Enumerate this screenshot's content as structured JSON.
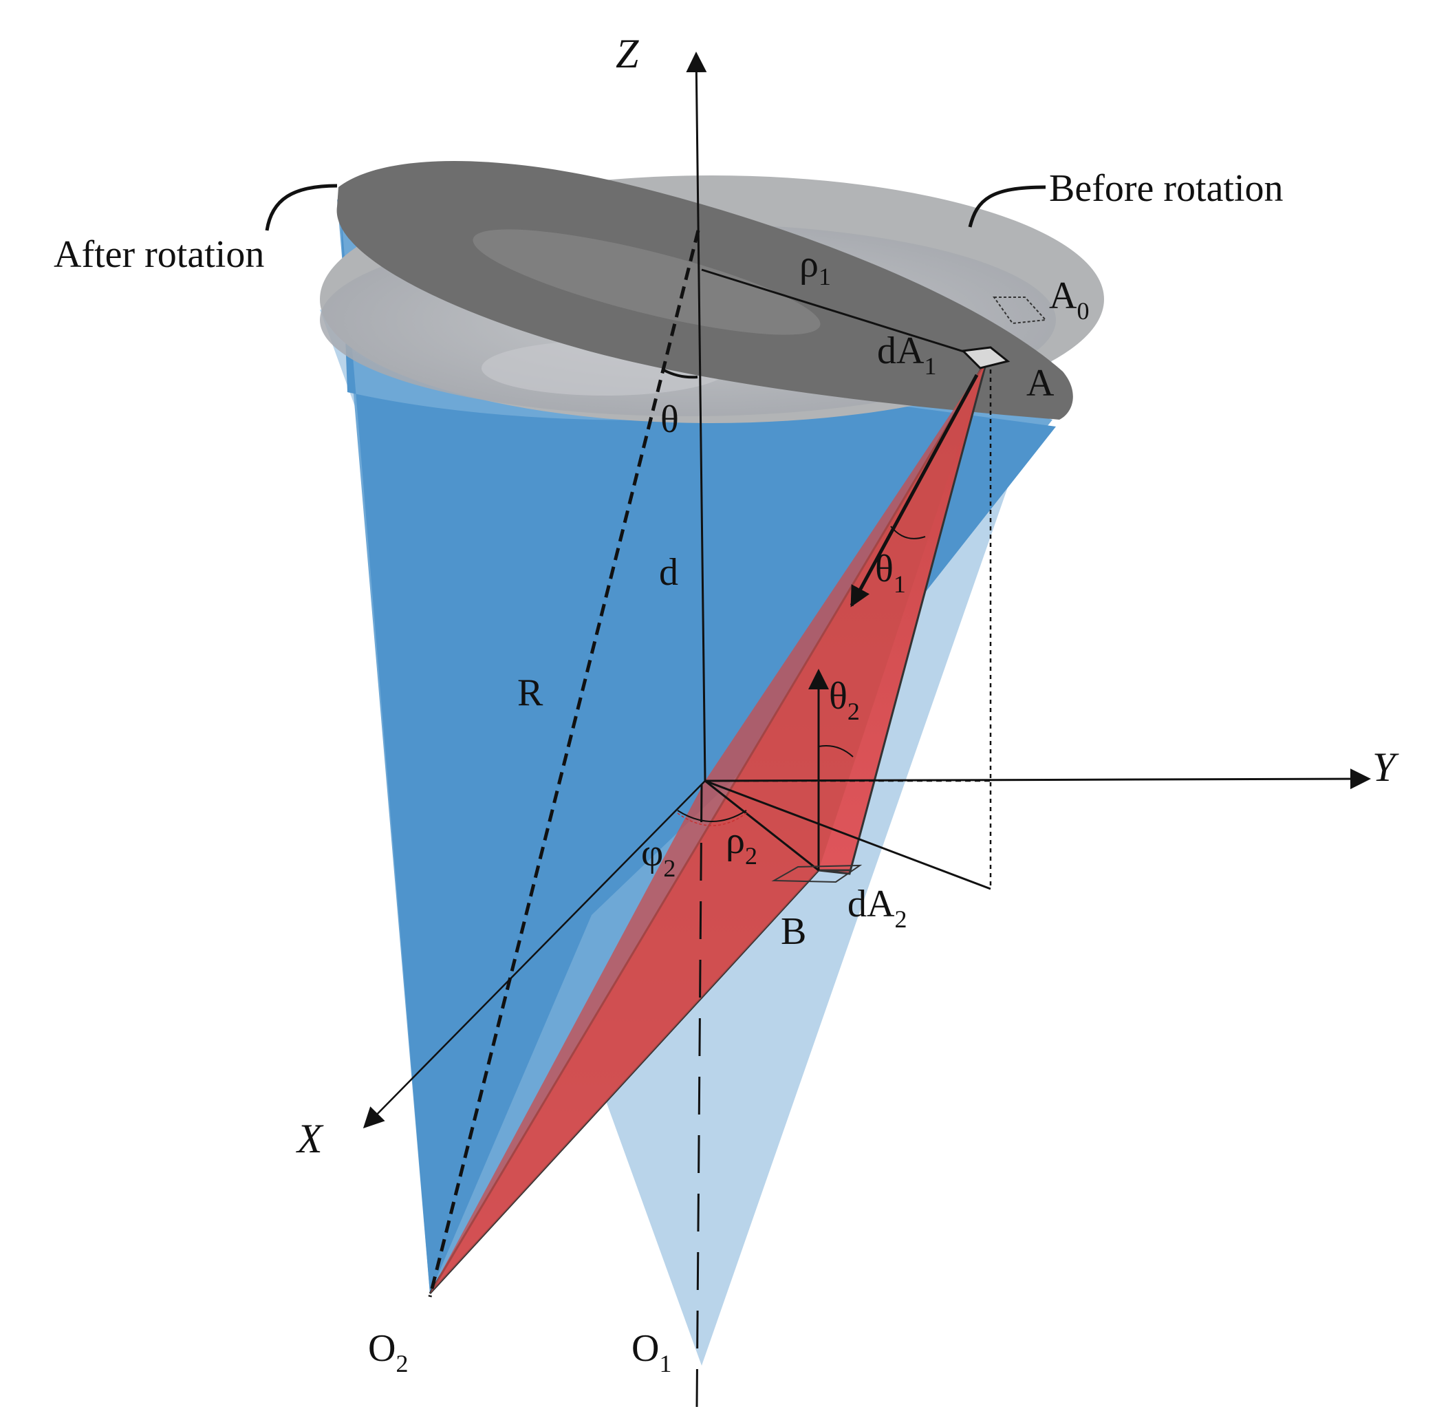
{
  "labels": {
    "axis_z": "Z",
    "axis_y": "Y",
    "axis_x": "X",
    "before_rotation": "Before rotation",
    "after_rotation": "After rotation",
    "rho1": "ρ",
    "rho1_sub": "1",
    "a0": "A",
    "a0_sub": "0",
    "da1": "dA",
    "da1_sub": "1",
    "a": "A",
    "theta": "θ",
    "d": "d",
    "theta1": "θ",
    "theta1_sub": "1",
    "r": "R",
    "theta2": "θ",
    "theta2_sub": "2",
    "phi2": "φ",
    "phi2_sub": "2",
    "rho2": "ρ",
    "rho2_sub": "2",
    "da2": "dA",
    "da2_sub": "2",
    "b": "B",
    "o2": "O",
    "o2_sub": "2",
    "o1": "O",
    "o1_sub": "1"
  },
  "colors": {
    "cone_front": "#4f94cc",
    "cone_light": "#b9d4ea",
    "cone_mid": "#6ea8d6",
    "disk_before": "#b2b4b6",
    "disk_before_inner": "#a5a9b0",
    "disk_after": "#6e6e6e",
    "triangle": "#e05a5a",
    "triangle_dark": "#c84848",
    "line": "#111111"
  }
}
